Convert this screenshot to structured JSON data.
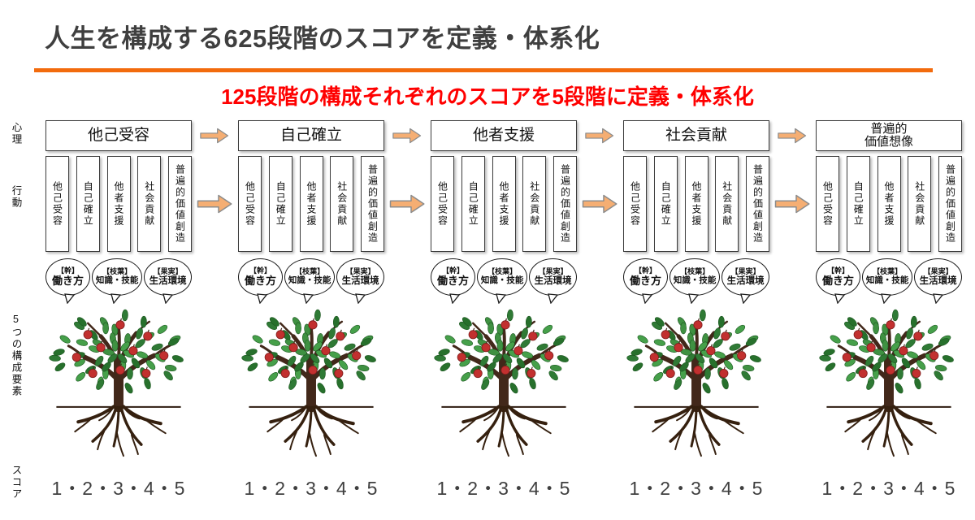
{
  "page": {
    "title": "人生を構成する625段階のスコアを定義・体系化",
    "subtitle": "125段階の構成それぞれのスコアを5段階に定義・体系化"
  },
  "row_labels": {
    "psychology": "心理",
    "behavior": "行動",
    "five_elements": "5つの構成要素",
    "score": "スコア"
  },
  "colors": {
    "title_text": "#3F3F3F",
    "rule_orange": "#F26B0D",
    "subtitle_red": "#FF0000",
    "arrow_fill": "#F5AE73",
    "arrow_stroke": "#8C8C8C",
    "box_border": "#3C3C3C",
    "leaf_green": "#3F9142",
    "apple_red": "#C2302F",
    "trunk_brown": "#42281A"
  },
  "icons": {
    "tree": "apple-tree-illustration",
    "arrow": "right-block-arrow"
  },
  "columns": [
    {
      "header": "他己受容",
      "behavior_boxes": [
        "他己受容",
        "自己確立",
        "他者支援",
        "社会貢献",
        "普遍的価値創造"
      ],
      "bubbles": [
        {
          "tag": "【幹】",
          "label": "働き方"
        },
        {
          "tag": "【枝葉】",
          "label": "知識・技能"
        },
        {
          "tag": "【果実】",
          "label": "生活環境"
        }
      ],
      "score": "1・2・3・4・5"
    },
    {
      "header": "自己確立",
      "behavior_boxes": [
        "他己受容",
        "自己確立",
        "他者支援",
        "社会貢献",
        "普遍的価値創造"
      ],
      "bubbles": [
        {
          "tag": "【幹】",
          "label": "働き方"
        },
        {
          "tag": "【枝葉】",
          "label": "知識・技能"
        },
        {
          "tag": "【果実】",
          "label": "生活環境"
        }
      ],
      "score": "1・2・3・4・5"
    },
    {
      "header": "他者支援",
      "behavior_boxes": [
        "他己受容",
        "自己確立",
        "他者支援",
        "社会貢献",
        "普遍的価値創造"
      ],
      "bubbles": [
        {
          "tag": "【幹】",
          "label": "働き方"
        },
        {
          "tag": "【枝葉】",
          "label": "知識・技能"
        },
        {
          "tag": "【果実】",
          "label": "生活環境"
        }
      ],
      "score": "1・2・3・4・5"
    },
    {
      "header": "社会貢献",
      "behavior_boxes": [
        "他己受容",
        "自己確立",
        "他者支援",
        "社会貢献",
        "普遍的価値創造"
      ],
      "bubbles": [
        {
          "tag": "【幹】",
          "label": "働き方"
        },
        {
          "tag": "【枝葉】",
          "label": "知識・技能"
        },
        {
          "tag": "【果実】",
          "label": "生活環境"
        }
      ],
      "score": "1・2・3・4・5"
    },
    {
      "header": "普遍的\n価値想像",
      "behavior_boxes": [
        "他己受容",
        "自己確立",
        "他者支援",
        "社会貢献",
        "普遍的価値創造"
      ],
      "bubbles": [
        {
          "tag": "【幹】",
          "label": "働き方"
        },
        {
          "tag": "【枝葉】",
          "label": "知識・技能"
        },
        {
          "tag": "【果実】",
          "label": "生活環境"
        }
      ],
      "score": "1・2・3・4・5"
    }
  ]
}
